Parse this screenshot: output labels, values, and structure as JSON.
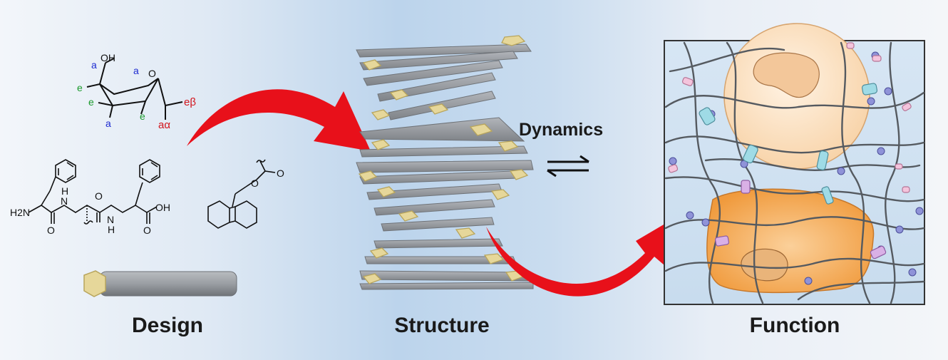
{
  "captions": {
    "design": "Design",
    "structure": "Structure",
    "function": "Function"
  },
  "dynamics_label": "Dynamics",
  "sugar_labels": {
    "oh": "OH",
    "ring_o": "O",
    "a_blue": "a",
    "e_green": "e",
    "e_beta": "eβ",
    "a_alpha": "aα"
  },
  "peptide_labels": {
    "h2n": "H2N",
    "nh": "N",
    "h": "H",
    "o": "O",
    "oh": "OH"
  },
  "fmoc_labels": {
    "o": "O"
  },
  "colors": {
    "arrow_red": "#e8101a",
    "blade_gray": "#8f9398",
    "block_yellow": "#e6d79a",
    "cell_top": "#fbe0c2",
    "cell_bottom": "#f3a24a",
    "fiber": "#555a60",
    "axial_blue": "#1d2bd1",
    "equatorial_green": "#1b9a2c",
    "anomer_red": "#d2141c"
  }
}
